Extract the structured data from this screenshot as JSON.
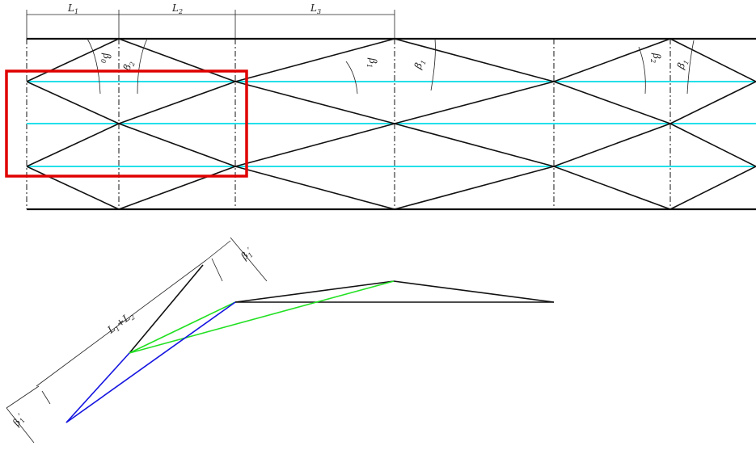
{
  "labels": {
    "L1": {
      "main": "L",
      "sub": "1"
    },
    "L2": {
      "main": "L",
      "sub": "2"
    },
    "L3": {
      "main": "L",
      "sub": "3"
    },
    "beta0": {
      "main": "β",
      "sub": "0"
    },
    "beta2_a": {
      "main": "β",
      "sub": "2"
    },
    "beta1_a": {
      "main": "β",
      "sub": "1"
    },
    "beta1_b": {
      "main": "β",
      "sub": "1"
    },
    "beta2_b": {
      "main": "β",
      "sub": "2"
    },
    "beta1_c": {
      "main": "β",
      "sub": "1"
    },
    "beta1_prime": {
      "main": "β",
      "sub": "1",
      "prime": "′"
    },
    "beta1_prime2": {
      "main": "β",
      "sub": "1",
      "prime": "′"
    },
    "L1L2": {
      "a": "L",
      "a_sub": "1",
      "plus": "+",
      "b": "L",
      "b_sub": "2"
    }
  },
  "colors": {
    "highlight_box": "#e00000",
    "cyan_lines": "#22e0ea",
    "green_lines": "#22e022",
    "blue_lines": "#1515e0",
    "structure": "#111111"
  }
}
